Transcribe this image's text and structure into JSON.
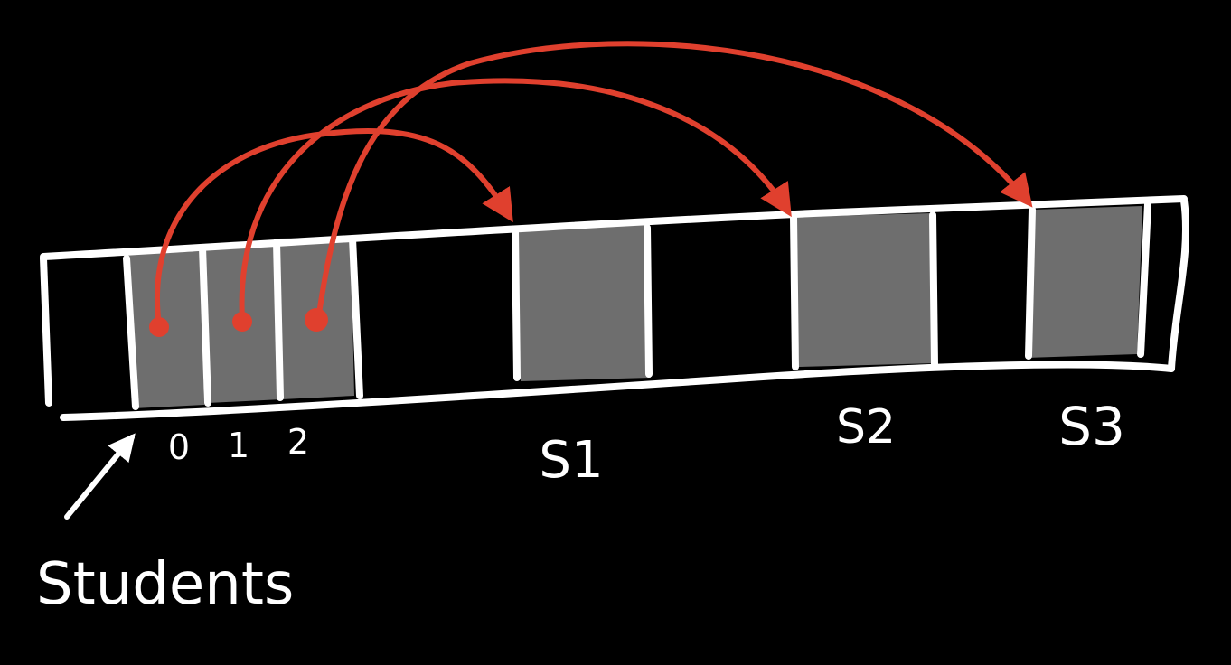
{
  "colors": {
    "background": "#000000",
    "stroke": "#ffffff",
    "cell_fill": "#6e6e6e",
    "pointer": "#e0402e"
  },
  "index_labels": [
    "0",
    "1",
    "2"
  ],
  "struct_labels": [
    "S1",
    "S2",
    "S3"
  ],
  "array_label": "Students"
}
